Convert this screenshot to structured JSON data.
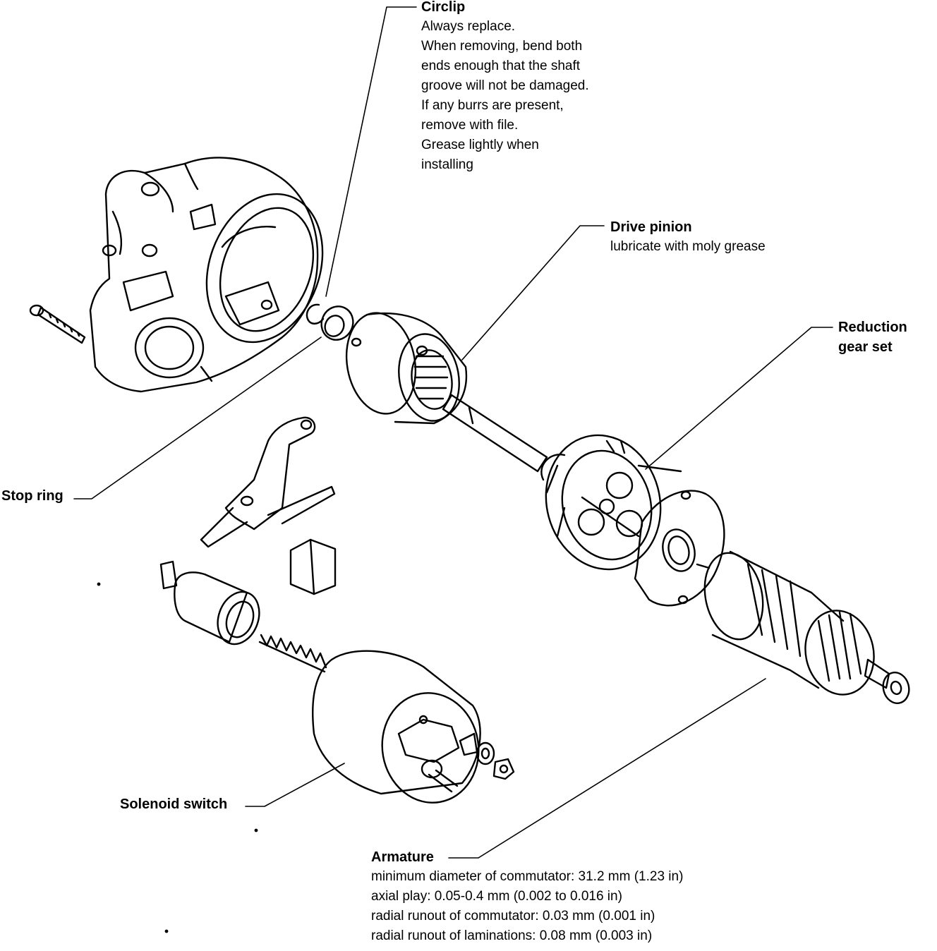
{
  "labels": {
    "circlip": {
      "title": "Circlip",
      "lines": [
        "Always replace.",
        "When removing, bend both",
        "ends enough that the shaft",
        "groove will not be damaged.",
        "If any burrs are present,",
        "remove with file.",
        "Grease lightly when",
        "installing"
      ]
    },
    "drive_pinion": {
      "title": "Drive pinion",
      "lines": [
        "lubricate with moly grease"
      ]
    },
    "reduction_gear_set": {
      "title_line1": "Reduction",
      "title_line2": "gear set"
    },
    "stop_ring": {
      "title": "Stop ring"
    },
    "solenoid_switch": {
      "title": "Solenoid switch"
    },
    "armature": {
      "title": "Armature",
      "lines": [
        "minimum diameter of commutator: 31.2 mm (1.23 in)",
        "axial play: 0.05-0.4 mm (0.002 to 0.016 in)",
        "radial runout of commutator: 0.03 mm (0.001 in)",
        "radial runout of laminations: 0.08 mm (0.003 in)"
      ]
    }
  },
  "colors": {
    "ink": "#000000",
    "paper": "#ffffff"
  }
}
